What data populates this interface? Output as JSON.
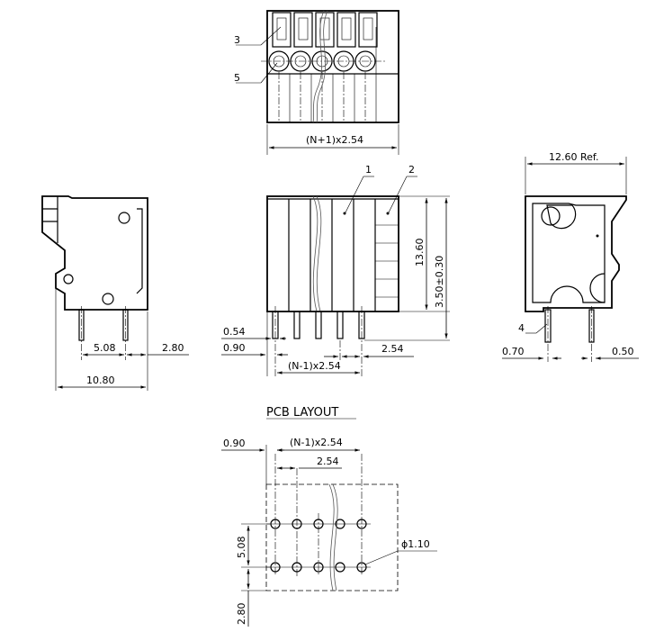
{
  "labels": {
    "callout_1": "1",
    "callout_2": "2",
    "callout_3": "3",
    "callout_4": "4",
    "callout_5": "5",
    "top_width": "(N+1)x2.54",
    "ref_width": "12.60  Ref.",
    "pin_spacing_side": "5.08",
    "offset_side": "2.80",
    "side_length": "10.80",
    "pin_width": "0.54",
    "pin_offset": "0.90",
    "pitch": "2.54",
    "pitch_total": "(N-1)x2.54",
    "height": "13.60",
    "pin_length": "3.50±0.30",
    "right_pin_a": "0.70",
    "right_pin_b": "0.50",
    "pcb_title": "PCB  LAYOUT",
    "pcb_offset": "0.90",
    "pcb_pitch_total": "(N-1)x2.54",
    "pcb_pitch": "2.54",
    "pcb_row_spacing": "5.08",
    "pcb_bottom": "2.80",
    "hole_dia": "ϕ1.10"
  }
}
